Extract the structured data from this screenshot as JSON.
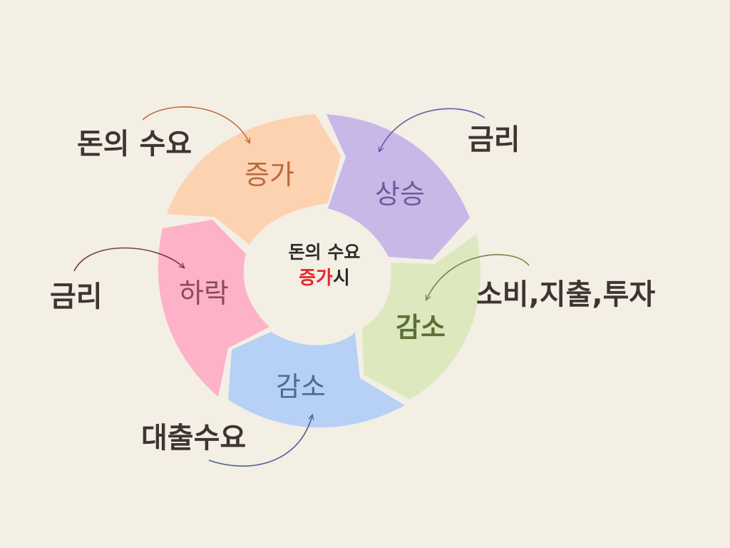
{
  "center": {
    "line1": "돈의 수요",
    "highlight": "증가",
    "rest": "시",
    "highlight_color": "#e8262a"
  },
  "segments": [
    {
      "id": "top-left",
      "text": "증가",
      "fill": "#fcd2b1",
      "text_color": "#b86a3f"
    },
    {
      "id": "top-right",
      "text": "상승",
      "fill": "#c8b8e8",
      "text_color": "#6e5a9c"
    },
    {
      "id": "right",
      "text": "감소",
      "fill": "#dee8bf",
      "text_color": "#5c7035"
    },
    {
      "id": "bottom",
      "text": "감소",
      "fill": "#b6d0f6",
      "text_color": "#4f6a8c"
    },
    {
      "id": "left",
      "text": "하락",
      "fill": "#fdb2c7",
      "text_color": "#8c4a5e"
    }
  ],
  "labels": [
    {
      "id": "money-demand",
      "text": "돈의 수요",
      "arrow_color": "#c0693a"
    },
    {
      "id": "interest-rate-top",
      "text": "금리",
      "arrow_color": "#6a55a6"
    },
    {
      "id": "consumption-spending-investment",
      "text": "소비,지출,투자",
      "arrow_color": "#6f8a45"
    },
    {
      "id": "loan-demand",
      "text": "대출수요",
      "arrow_color": "#4b6390"
    },
    {
      "id": "interest-rate-left",
      "text": "금리",
      "arrow_color": "#7a3a4e"
    }
  ],
  "colors": {
    "background": "#f3efe5",
    "label_text": "#3f3431",
    "center_disc": "#f3efe5"
  }
}
